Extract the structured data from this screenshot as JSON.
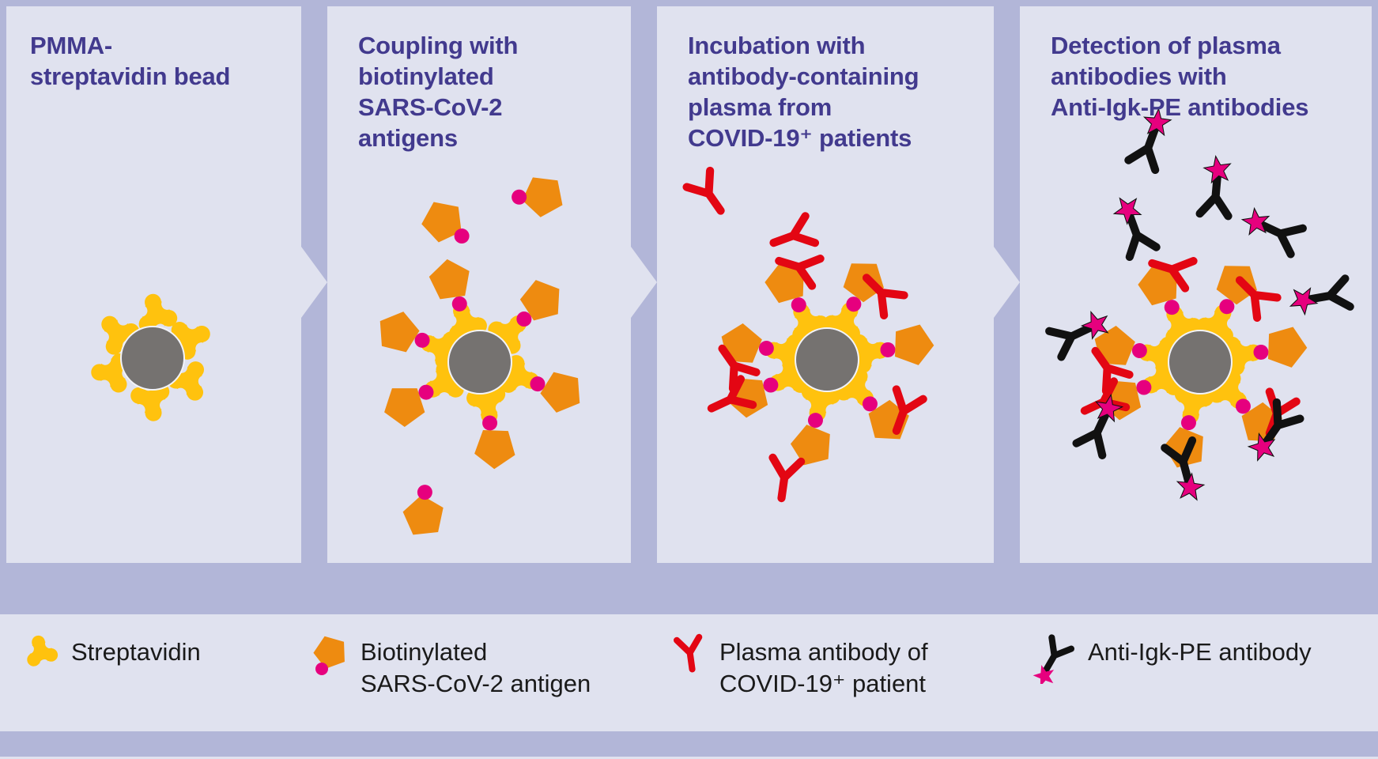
{
  "colors": {
    "background": "#b2b6d8",
    "panel": "#e0e2ef",
    "title": "#423a8e",
    "legend_text": "#1a1a1a",
    "streptavidin": "#ffc20e",
    "antigen": "#ee8b10",
    "biotin": "#e6007e",
    "plasma_antibody": "#e30613",
    "pe_antibody": "#111111",
    "pe_star": "#e6007e",
    "bead": "#757270"
  },
  "steps": [
    {
      "title_lines": [
        "PMMA-",
        "streptavidin bead"
      ]
    },
    {
      "title_lines": [
        "Coupling with",
        "biotinylated",
        "SARS-CoV-2",
        "antigens"
      ]
    },
    {
      "title_lines": [
        "Incubation with",
        "antibody-containing",
        "plasma from",
        "COVID-19⁺ patients"
      ]
    },
    {
      "title_lines": [
        "Detection of plasma",
        "antibodies with",
        "Anti-Igk-PE antibodies"
      ]
    }
  ],
  "legend": {
    "items": [
      {
        "icon": "streptavidin-icon",
        "lines": [
          "Streptavidin"
        ]
      },
      {
        "icon": "antigen-icon",
        "lines": [
          "Biotinylated",
          "SARS-CoV-2 antigen"
        ]
      },
      {
        "icon": "plasma-antibody-icon",
        "lines": [
          "Plasma antibody of",
          "COVID-19⁺ patient"
        ]
      },
      {
        "icon": "anti-igk-pe-icon",
        "lines": [
          "Anti-Igk-PE antibody"
        ]
      }
    ]
  }
}
